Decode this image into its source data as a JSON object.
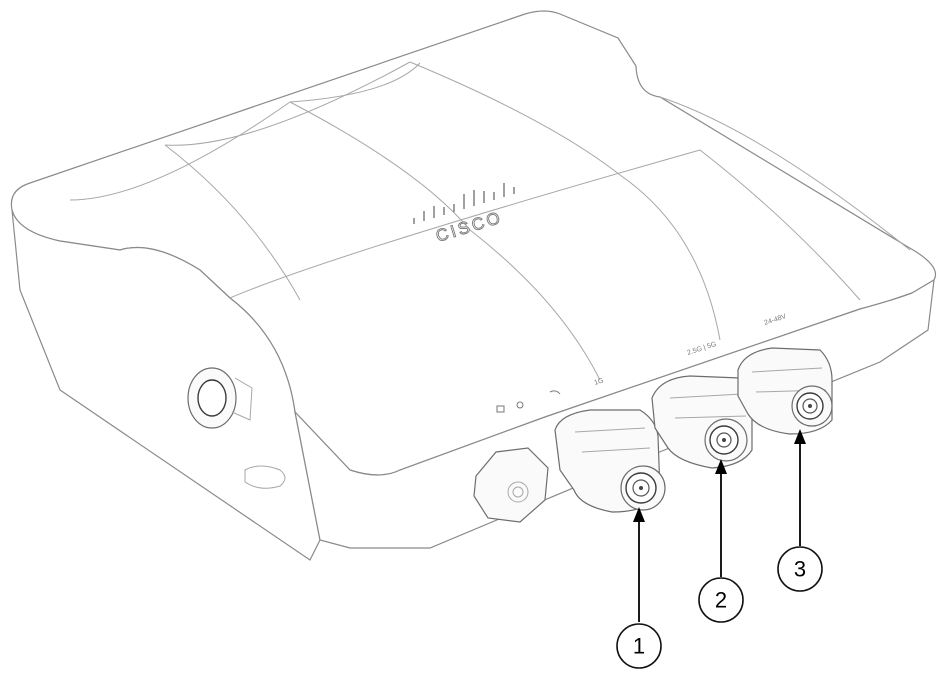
{
  "device": {
    "brand_text": "CISCO",
    "port_labels": [
      "1G",
      "2.5G | 5G",
      "24-48V"
    ]
  },
  "callouts": [
    {
      "number": "1"
    },
    {
      "number": "2"
    },
    {
      "number": "3"
    }
  ]
}
